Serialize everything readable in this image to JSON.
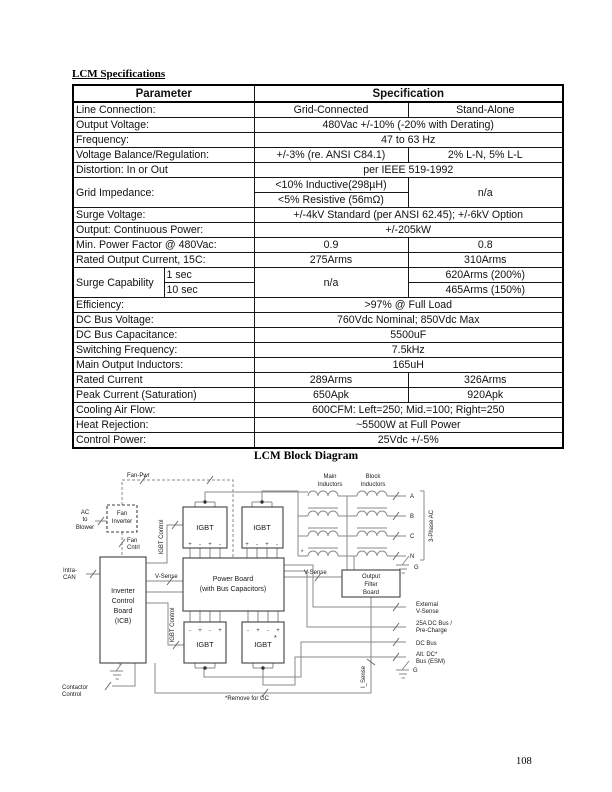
{
  "doc": {
    "spec_title": "LCM Specifications",
    "diagram_title": "LCM Block Diagram",
    "page_number": "108"
  },
  "table": {
    "headers": {
      "param": "Parameter",
      "spec": "Specification"
    },
    "rows": [
      [
        {
          "t": "Line Connection:",
          "s": 2,
          "a": "l"
        },
        {
          "t": "Grid-Connected",
          "b": 1
        },
        {
          "t": "Stand-Alone",
          "b": 1
        }
      ],
      [
        {
          "t": "Output Voltage:",
          "s": 2,
          "a": "li"
        },
        {
          "t": "480Vac +/-10% (-20% with Derating)",
          "s": 2
        }
      ],
      [
        {
          "t": "Frequency:",
          "s": 2,
          "a": "li"
        },
        {
          "t": "47 to 63 Hz",
          "s": 2
        }
      ],
      [
        {
          "t": "Voltage Balance/Regulation:",
          "s": 2,
          "a": "li"
        },
        {
          "t": "+/-3% (re. ANSI C84.1)"
        },
        {
          "t": "2% L-N, 5% L-L"
        }
      ],
      [
        {
          "t": "Distortion: In or Out",
          "s": 2,
          "a": "li"
        },
        {
          "t": "per IEEE 519-1992",
          "s": 2
        }
      ],
      [
        {
          "t": "Grid Impedance:",
          "s": 2,
          "r": 2,
          "a": "li"
        },
        {
          "t": "<10% Inductive(298µH)"
        },
        {
          "t": "n/a",
          "r": 2
        }
      ],
      [
        {
          "t": "<5% Resistive (56mΩ)"
        }
      ],
      [
        {
          "t": "Surge Voltage:",
          "s": 2,
          "a": "li"
        },
        {
          "t": "+/-4kV Standard (per ANSI 62.45); +/-6kV Option",
          "s": 2
        }
      ],
      [
        {
          "t": "Output: Continuous Power:",
          "s": 2,
          "a": "l"
        },
        {
          "t": "+/-205kW",
          "s": 2
        }
      ],
      [
        {
          "t": "Min. Power Factor @ 480Vac:",
          "s": 2,
          "a": "li"
        },
        {
          "t": "0.9"
        },
        {
          "t": "0.8"
        }
      ],
      [
        {
          "t": "Rated Output Current, 15C:",
          "s": 2,
          "a": "li"
        },
        {
          "t": "275Arms"
        },
        {
          "t": "310Arms"
        }
      ],
      [
        {
          "t": "Surge Capability",
          "r": 2,
          "a": "li"
        },
        {
          "t": "1 sec",
          "a": "l"
        },
        {
          "t": "n/a",
          "r": 2
        },
        {
          "t": "620Arms (200%)"
        }
      ],
      [
        {
          "t": "10 sec",
          "a": "l"
        },
        {
          "t": "465Arms (150%)"
        }
      ],
      [
        {
          "t": "Efficiency:",
          "s": 2,
          "a": "l"
        },
        {
          "t": ">97% @ Full Load",
          "s": 2
        }
      ],
      [
        {
          "t": "DC Bus Voltage:",
          "s": 2,
          "a": "l"
        },
        {
          "t": "760Vdc Nominal; 850Vdc Max",
          "s": 2
        }
      ],
      [
        {
          "t": "DC Bus Capacitance:",
          "s": 2,
          "a": "li"
        },
        {
          "t": "5500uF",
          "s": 2
        }
      ],
      [
        {
          "t": "Switching Frequency:",
          "s": 2,
          "a": "l"
        },
        {
          "t": "7.5kHz",
          "s": 2
        }
      ],
      [
        {
          "t": "Main Output Inductors:",
          "s": 2,
          "a": "l"
        },
        {
          "t": "165uH",
          "s": 2
        }
      ],
      [
        {
          "t": "Rated Current",
          "s": 2,
          "a": "li"
        },
        {
          "t": "289Arms"
        },
        {
          "t": "326Arms"
        }
      ],
      [
        {
          "t": "Peak Current (Saturation)",
          "s": 2,
          "a": "li"
        },
        {
          "t": "650Apk"
        },
        {
          "t": "920Apk"
        }
      ],
      [
        {
          "t": "Cooling Air Flow:",
          "s": 2,
          "a": "l"
        },
        {
          "t": "600CFM: Left=250; Mid.=100; Right=250",
          "s": 2
        }
      ],
      [
        {
          "t": "Heat Rejection:",
          "s": 2,
          "a": "l"
        },
        {
          "t": "~5500W at Full Power",
          "s": 2
        }
      ],
      [
        {
          "t": "Control Power:",
          "s": 2,
          "a": "l"
        },
        {
          "t": "25Vdc +/-5%",
          "s": 2
        }
      ]
    ]
  },
  "diagram": {
    "labels": {
      "fan_pwr": "Fan-Pwr",
      "ac1": "AC",
      "ac2": "to",
      "ac3": "Blower",
      "fi1": "Fan",
      "fi2": "Inverter",
      "fc1": "Fan",
      "fc2": "Cntrl",
      "igbt_ctrl": "IGBT Control",
      "ican1": "Intra-",
      "ican2": "CAN",
      "icb1": "Inverter",
      "icb2": "Control",
      "icb3": "Board",
      "icb4": "(ICB)",
      "v_sense": "V-Sense",
      "pb1": "Power Board",
      "pb2": "(with Bus Capacitors)",
      "igbt": "IGBT",
      "asterisk": "*",
      "mi1": "Main",
      "bi1": "Block",
      "inductors": "Inductors",
      "ofb1": "Output",
      "ofb2": "Filter",
      "ofb3": "Board",
      "ph_a": "A",
      "ph_b": "B",
      "ph_c": "C",
      "ph_n": "N",
      "g": "G",
      "three_phase": "3-Phase AC",
      "ext1": "External",
      "dc25a": "25A DC Bus /",
      "dc25b": "Pre-Charge",
      "dc_bus": "DC Bus",
      "alt1": "Alt. DC*",
      "alt2": "Bus (ESM)",
      "i_sense": "I_Sense",
      "ct1": "Contactor",
      "ct2": "Control",
      "remove_gc": "*Remove for GC",
      "plus": "+",
      "minus": "-"
    }
  }
}
